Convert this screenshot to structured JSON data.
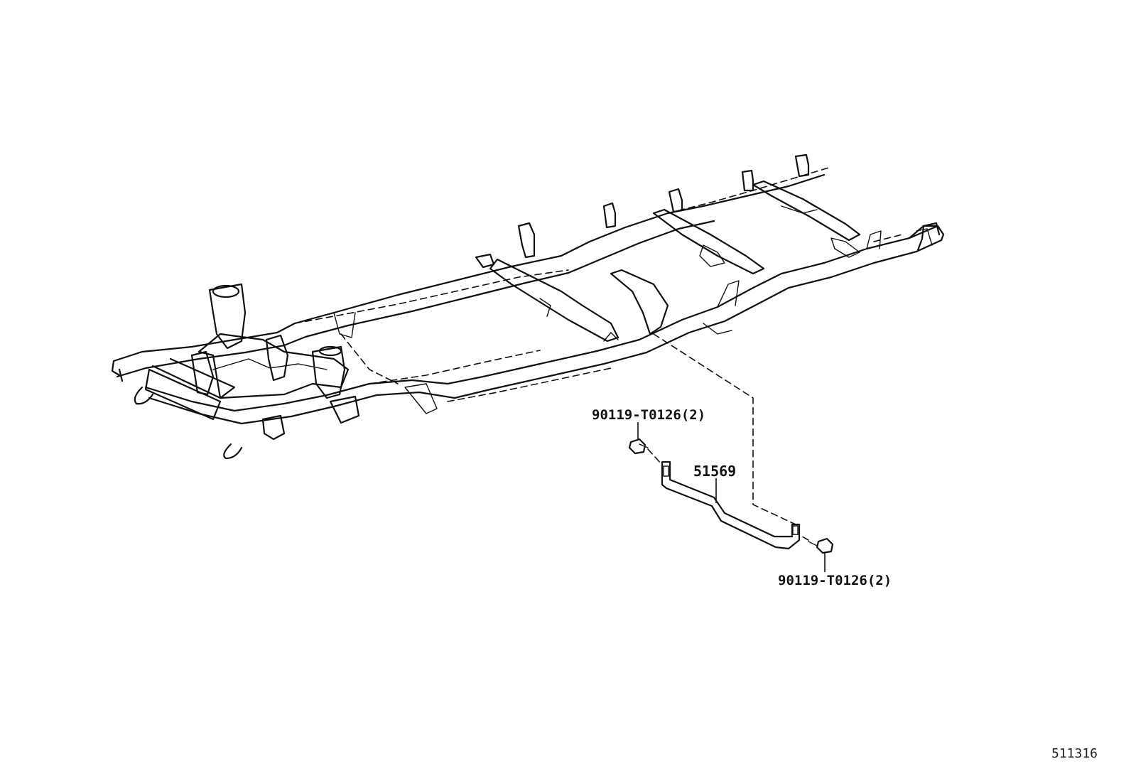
{
  "diagram": {
    "id": "511316",
    "parts": [
      {
        "ref": "bolt_upper",
        "label": "90119-T0126(2)"
      },
      {
        "ref": "bracket",
        "label": "51569"
      },
      {
        "ref": "bolt_lower",
        "label": "90119-T0126(2)"
      }
    ]
  }
}
